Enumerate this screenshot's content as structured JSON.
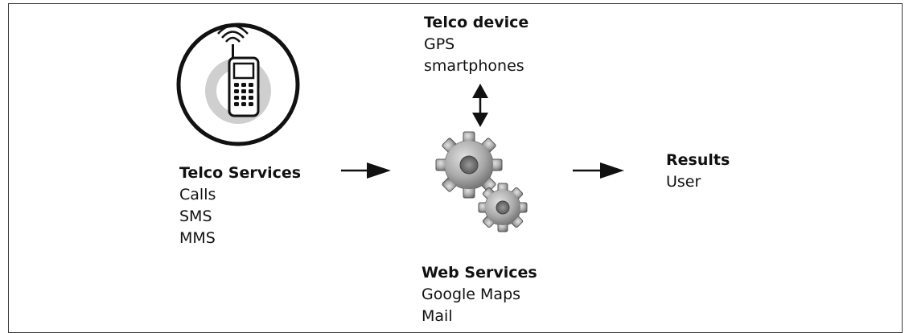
{
  "telco_services": {
    "title": "Telco Services",
    "items": [
      "Calls",
      "SMS",
      "MMS"
    ]
  },
  "telco_device": {
    "title": "Telco device",
    "items": [
      "GPS",
      "smartphones"
    ]
  },
  "web_services": {
    "title": "Web Services",
    "items": [
      "Google Maps",
      "Mail"
    ]
  },
  "results": {
    "title": "Results",
    "items": [
      "User"
    ]
  },
  "colors": {
    "ink": "#111111",
    "gear_light": "#bdbdbd",
    "gear_dark": "#6e6e6e",
    "phone_halo": "#c8c8c8"
  },
  "icons": [
    "mobile-phone-icon",
    "gears-icon",
    "arrow-right-icon",
    "double-arrow-vertical-icon"
  ]
}
